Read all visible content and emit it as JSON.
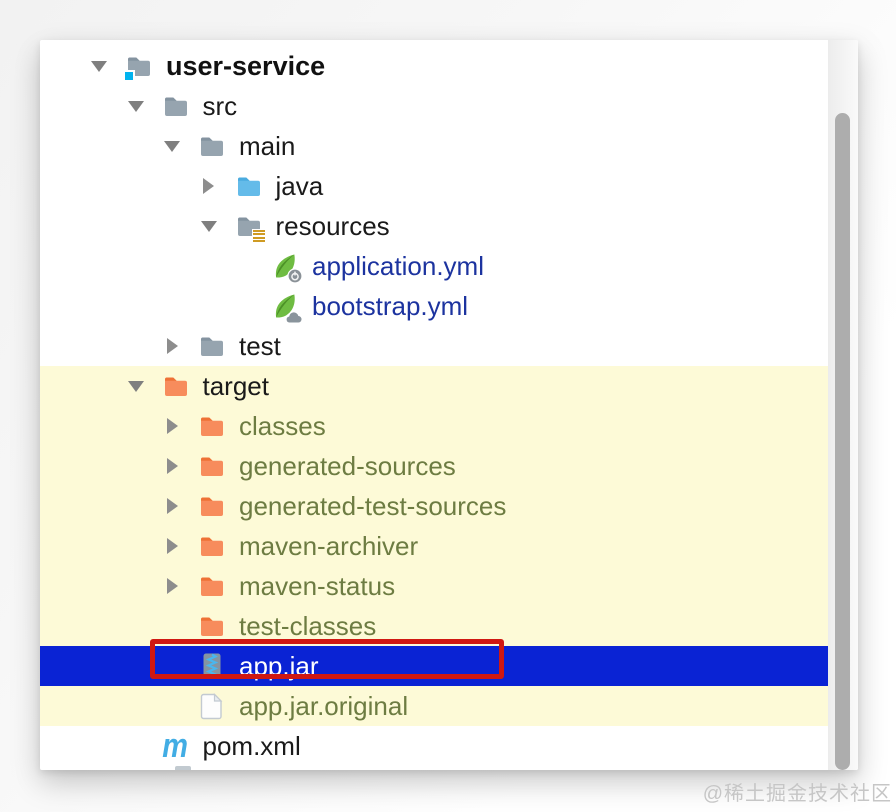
{
  "watermark": "@稀土掘金技术社区",
  "tree": {
    "rows": [
      {
        "label": "user-service",
        "level": 0,
        "arrow": "expanded",
        "icon": "project-folder",
        "text": "root",
        "bg": "none"
      },
      {
        "label": "src",
        "level": 1,
        "arrow": "expanded",
        "icon": "folder",
        "text": "default",
        "bg": "none"
      },
      {
        "label": "main",
        "level": 2,
        "arrow": "expanded",
        "icon": "folder",
        "text": "default",
        "bg": "none"
      },
      {
        "label": "java",
        "level": 3,
        "arrow": "collapsed",
        "icon": "sources-folder",
        "text": "default",
        "bg": "none"
      },
      {
        "label": "resources",
        "level": 3,
        "arrow": "expanded",
        "icon": "resources-folder",
        "text": "default",
        "bg": "none"
      },
      {
        "label": "application.yml",
        "level": 4,
        "arrow": "none",
        "icon": "spring-boot-file",
        "text": "file-link",
        "bg": "none"
      },
      {
        "label": "bootstrap.yml",
        "level": 4,
        "arrow": "none",
        "icon": "spring-cloud-file",
        "text": "file-link",
        "bg": "none"
      },
      {
        "label": "test",
        "level": 2,
        "arrow": "collapsed",
        "icon": "folder",
        "text": "default",
        "bg": "none"
      },
      {
        "label": "target",
        "level": 1,
        "arrow": "expanded",
        "icon": "excluded-folder",
        "text": "default",
        "bg": "excluded"
      },
      {
        "label": "classes",
        "level": 2,
        "arrow": "collapsed",
        "icon": "excluded-folder",
        "text": "excluded",
        "bg": "excluded"
      },
      {
        "label": "generated-sources",
        "level": 2,
        "arrow": "collapsed",
        "icon": "excluded-folder",
        "text": "excluded",
        "bg": "excluded"
      },
      {
        "label": "generated-test-sources",
        "level": 2,
        "arrow": "collapsed",
        "icon": "excluded-folder",
        "text": "excluded",
        "bg": "excluded"
      },
      {
        "label": "maven-archiver",
        "level": 2,
        "arrow": "collapsed",
        "icon": "excluded-folder",
        "text": "excluded",
        "bg": "excluded"
      },
      {
        "label": "maven-status",
        "level": 2,
        "arrow": "collapsed",
        "icon": "excluded-folder",
        "text": "excluded",
        "bg": "excluded"
      },
      {
        "label": "test-classes",
        "level": 2,
        "arrow": "none",
        "icon": "excluded-folder",
        "text": "excluded",
        "bg": "excluded"
      },
      {
        "label": "app.jar",
        "level": 2,
        "arrow": "none",
        "icon": "archive",
        "text": "selected",
        "bg": "selected",
        "selected": true,
        "annotated": true
      },
      {
        "label": "app.jar.original",
        "level": 2,
        "arrow": "none",
        "icon": "file",
        "text": "excluded",
        "bg": "excluded"
      },
      {
        "label": "pom.xml",
        "level": 1,
        "arrow": "none",
        "icon": "maven",
        "text": "default",
        "bg": "none"
      }
    ]
  },
  "annotation": {
    "shape": "red-rectangle",
    "highlights": "app.jar",
    "color": "#d01812"
  },
  "colors": {
    "selection_bg": "#0a23d4",
    "excluded_row_bg": "#fdfad7",
    "excluded_text": "#6d7c42",
    "file_link_text": "#1c339f",
    "folder_gray": "#96a4af",
    "folder_orange": "#f78c5c",
    "folder_blue": "#64bbe9",
    "project_badge_cyan": "#00b3ef",
    "resources_badge_gold": "#cf9b23",
    "spring_green": "#6fbc42",
    "maven_blue": "#42ade4",
    "annotation_red": "#d01812",
    "selected_text": "#ffffff"
  }
}
